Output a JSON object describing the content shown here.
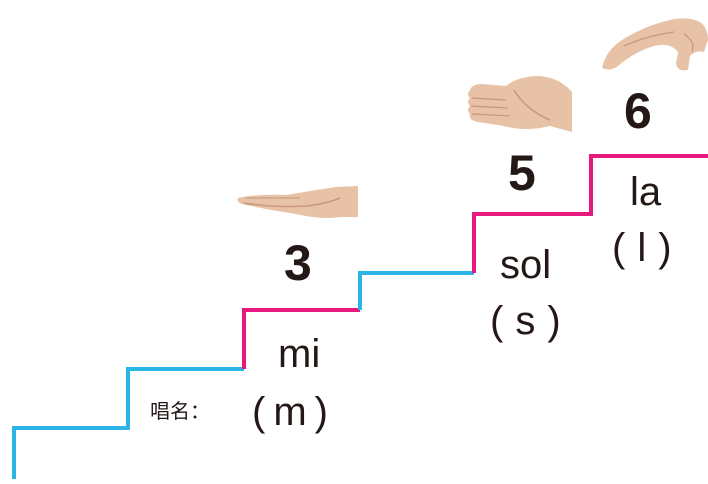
{
  "colors": {
    "blue": "#2ab5e6",
    "pink": "#e5197e",
    "text": "#231815",
    "skin": "#e8c2a6",
    "skin_shadow": "#c99878"
  },
  "label_caption": "唱名：",
  "notes": [
    {
      "number": "3",
      "syllable": "mi",
      "abbreviation": "m",
      "hand_sign": "flat-palm-down-hand-icon"
    },
    {
      "number": "5",
      "syllable": "sol",
      "abbreviation": "s",
      "hand_sign": "vertical-palm-hand-icon"
    },
    {
      "number": "6",
      "syllable": "la",
      "abbreviation": "l",
      "hand_sign": "arched-hand-icon"
    }
  ]
}
